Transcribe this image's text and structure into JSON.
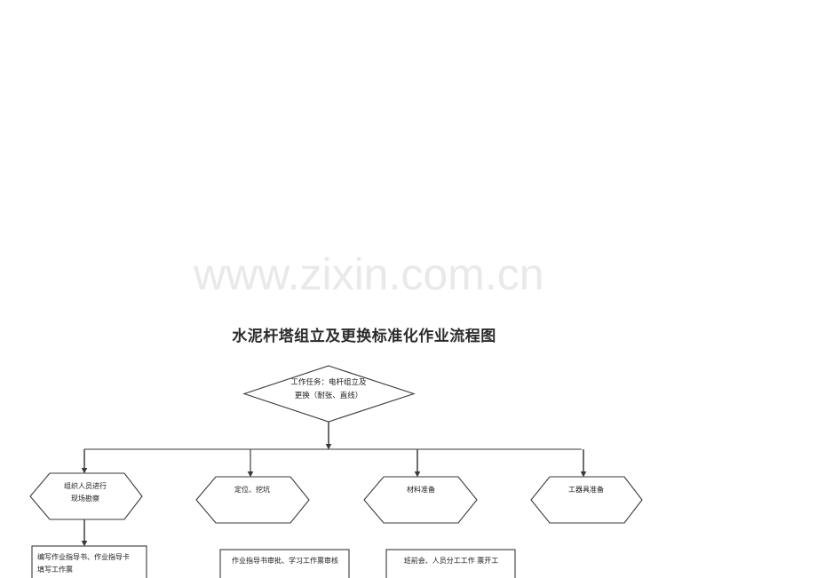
{
  "page": {
    "title": "水泥杆塔组立及更换标准化作业流程图",
    "watermark": "www.zixin.com.cn",
    "background_color": "#ffffff",
    "line_color": "#3a3a3a",
    "text_color": "#1a1a1a"
  },
  "diagram": {
    "type": "flowchart",
    "orientation": "top-down",
    "nodes": [
      {
        "id": "task",
        "shape": "diamond",
        "lines": [
          "工作任务：电杆组立及",
          "更换（耐张、直线）"
        ]
      },
      {
        "id": "hex1",
        "shape": "hexagon",
        "lines": [
          "组织人员进行",
          "现场勘察"
        ]
      },
      {
        "id": "hex2",
        "shape": "hexagon",
        "lines": [
          "定位、挖坑"
        ]
      },
      {
        "id": "hex3",
        "shape": "hexagon",
        "lines": [
          "材料准备"
        ]
      },
      {
        "id": "hex4",
        "shape": "hexagon",
        "lines": [
          "工器具准备"
        ]
      },
      {
        "id": "box1",
        "shape": "rectangle",
        "lines": [
          "编写作业指导书、作业指导卡",
          "填写工作票"
        ]
      },
      {
        "id": "box2",
        "shape": "rectangle",
        "lines": [
          "作业指导书审批、学习工作票审核"
        ]
      },
      {
        "id": "box3",
        "shape": "rectangle",
        "lines": [
          "班前会、人员分工工作  票开工"
        ]
      }
    ],
    "edges": [
      {
        "from": "task",
        "to": "splitter",
        "style": "arrow"
      },
      {
        "from": "splitter",
        "to": "hex1",
        "style": "arrow"
      },
      {
        "from": "splitter",
        "to": "hex2",
        "style": "arrow"
      },
      {
        "from": "splitter",
        "to": "hex3",
        "style": "arrow"
      },
      {
        "from": "splitter",
        "to": "hex4",
        "style": "arrow"
      },
      {
        "from": "hex1",
        "to": "box1",
        "style": "arrow"
      }
    ]
  }
}
